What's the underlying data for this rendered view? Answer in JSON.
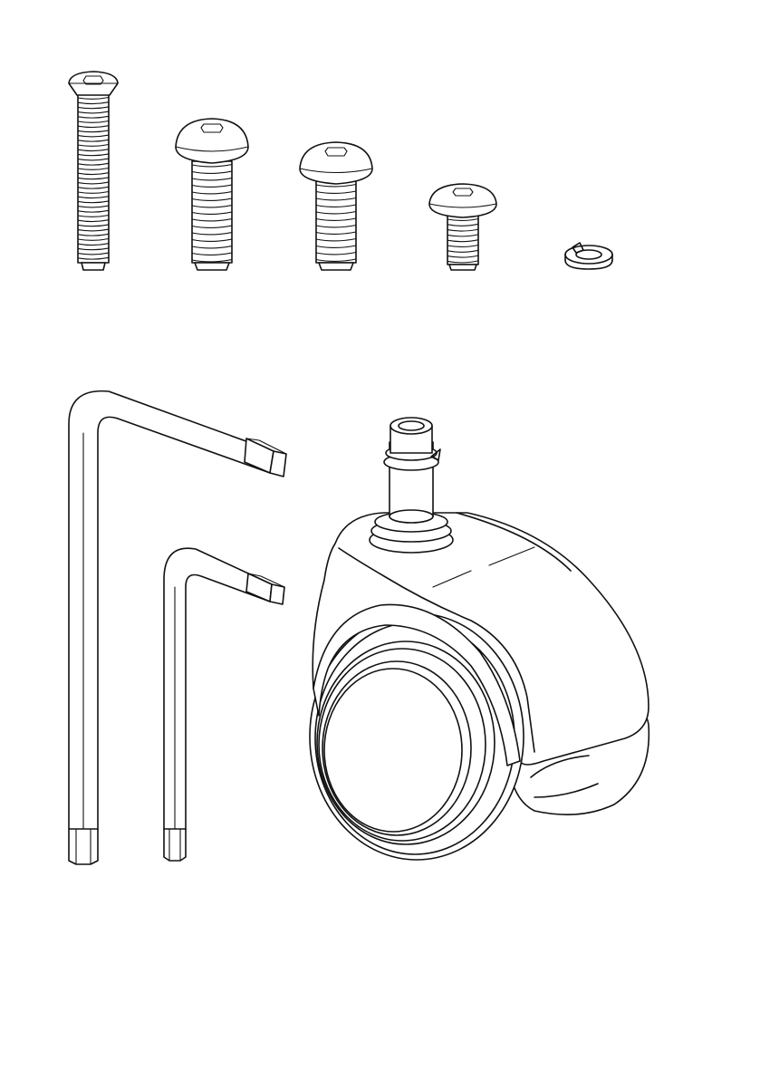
{
  "diagram": {
    "kind": "assembly-parts-illustration",
    "has_text": false,
    "line_color": "#111111",
    "background_color": "#ffffff",
    "parts": [
      {
        "name": "long-countersunk-hex-screw",
        "icon": "countersunk-screw-icon",
        "quantity_shown": 1
      },
      {
        "name": "large-button-head-hex-screw",
        "icon": "button-head-screw-icon",
        "quantity_shown": 1
      },
      {
        "name": "medium-button-head-hex-screw",
        "icon": "button-head-screw-icon",
        "quantity_shown": 1
      },
      {
        "name": "small-button-head-hex-screw",
        "icon": "button-head-screw-icon",
        "quantity_shown": 1
      },
      {
        "name": "split-lock-washer",
        "icon": "lock-washer-icon",
        "quantity_shown": 1
      },
      {
        "name": "large-hex-key",
        "icon": "allen-key-icon",
        "quantity_shown": 1
      },
      {
        "name": "small-hex-key",
        "icon": "allen-key-icon",
        "quantity_shown": 1
      },
      {
        "name": "twin-wheel-caster",
        "icon": "caster-wheel-icon",
        "quantity_shown": 1
      }
    ]
  }
}
